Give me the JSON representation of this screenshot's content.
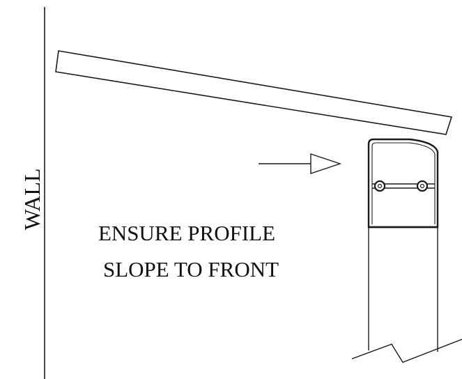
{
  "wall_label": "WALL",
  "instruction": {
    "line1": "ENSURE PROFILE",
    "line2": "SLOPE TO FRONT"
  },
  "colors": {
    "stroke": "#1a1a1a",
    "text": "#111111",
    "background": "#ffffff"
  }
}
